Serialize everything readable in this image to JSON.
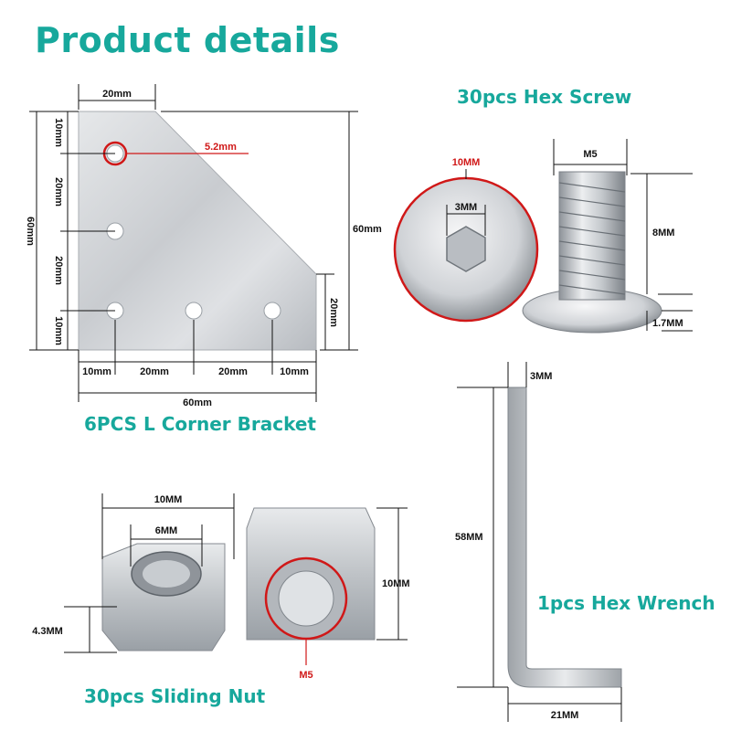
{
  "title": "Product details",
  "bracket": {
    "label": "6PCS L Corner Bracket",
    "dims": {
      "top": "20mm",
      "hole": "5.2mm",
      "left_total": "60mm",
      "right_total": "60mm",
      "v1": "10mm",
      "v2": "20mm",
      "v3": "20mm",
      "v4": "10mm",
      "right_small": "20mm",
      "b1": "10mm",
      "b2": "20mm",
      "b3": "20mm",
      "b4": "10mm",
      "bottom_total": "60mm"
    }
  },
  "screw": {
    "label": "30pcs Hex Screw",
    "dims": {
      "head": "10MM",
      "socket": "3MM",
      "thread": "M5",
      "length": "8MM",
      "head_h": "1.7MM"
    }
  },
  "nut": {
    "label": "30pcs Sliding Nut",
    "dims": {
      "width": "10MM",
      "hole": "6MM",
      "height": "4.3MM",
      "length": "10MM",
      "thread": "M5"
    }
  },
  "wrench": {
    "label": "1pcs Hex Wrench",
    "dims": {
      "size": "3MM",
      "long": "58MM",
      "short": "21MM"
    }
  }
}
